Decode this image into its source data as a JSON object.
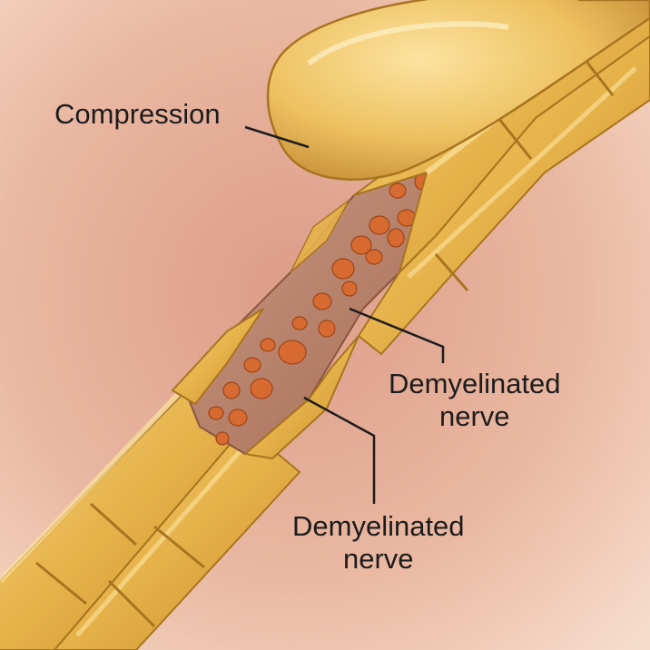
{
  "labels": {
    "compression": "Compression",
    "demyelinated_1": {
      "line1": "Demyelinated",
      "line2": "nerve"
    },
    "demyelinated_2": {
      "line1": "Demyelinated",
      "line2": "nerve"
    }
  },
  "colors": {
    "background": "#f1cdb8",
    "myelin": "#e6b24a",
    "myelin_highlight": "#f7d77e",
    "demyelinated_core": "#b77d62",
    "cell_bodies": "#d66a30",
    "compressor": "#eec160",
    "leader_line": "#1c1c1c"
  }
}
